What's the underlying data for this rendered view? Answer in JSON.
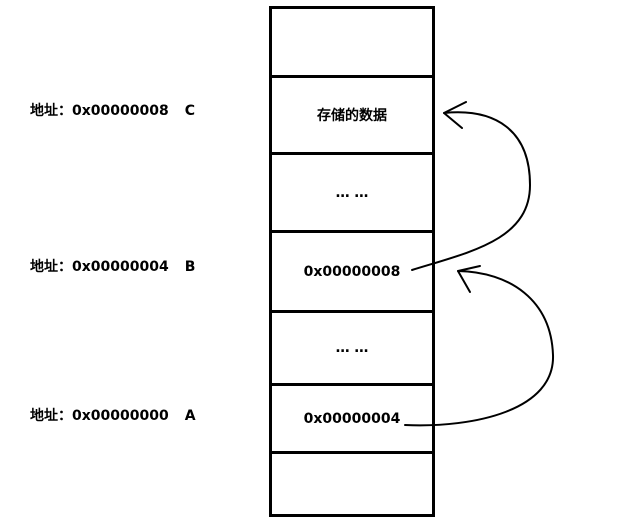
{
  "addresses": [
    {
      "prefix": "地址：",
      "address": "0x00000008",
      "name": "C"
    },
    {
      "prefix": "地址：",
      "address": "0x00000004",
      "name": "B"
    },
    {
      "prefix": "地址：",
      "address": "0x00000000",
      "name": "A"
    }
  ],
  "cells": [
    "",
    "存储的数据",
    "… …",
    "0x00000008",
    "… …",
    "0x00000004",
    ""
  ],
  "colors": {
    "line": "#000000",
    "background": "#ffffff"
  }
}
